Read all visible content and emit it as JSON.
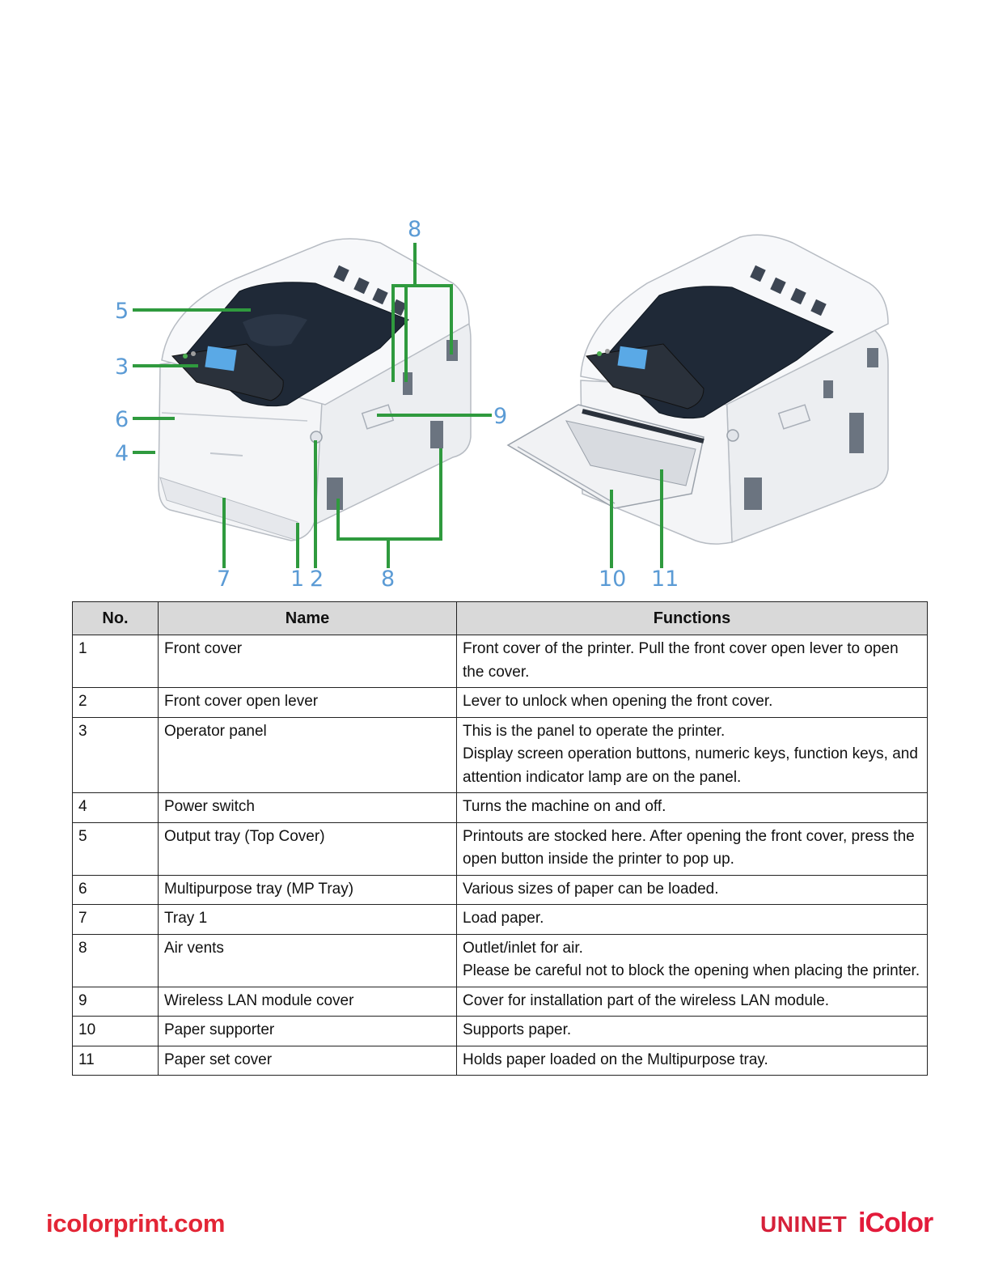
{
  "figure": {
    "callouts": {
      "c5": "5",
      "c3": "3",
      "c6": "6",
      "c4": "4",
      "c8_top": "8",
      "c9": "9",
      "c7": "7",
      "c1": "1",
      "c2": "2",
      "c8_bottom": "8",
      "c10": "10",
      "c11": "11"
    }
  },
  "table": {
    "headers": {
      "no": "No.",
      "name": "Name",
      "functions": "Functions"
    },
    "rows": [
      {
        "no": "1",
        "name": "Front cover",
        "fn": "Front cover of the printer. Pull the front cover open lever to open the cover."
      },
      {
        "no": "2",
        "name": "Front cover open lever",
        "fn": "Lever to unlock when opening the front cover."
      },
      {
        "no": "3",
        "name": "Operator panel",
        "fn": "This is the panel to operate the printer.\nDisplay screen operation buttons, numeric keys, function keys, and attention indicator lamp are on the panel."
      },
      {
        "no": "4",
        "name": "Power switch",
        "fn": "Turns the machine on and off."
      },
      {
        "no": "5",
        "name": "Output tray (Top Cover)",
        "fn": "Printouts are stocked here. After opening the front cover, press the open button inside the printer to pop up."
      },
      {
        "no": "6",
        "name": "Multipurpose tray (MP Tray)",
        "fn": "Various sizes of paper can be loaded."
      },
      {
        "no": "7",
        "name": "Tray 1",
        "fn": "Load paper."
      },
      {
        "no": "8",
        "name": "Air vents",
        "fn": "Outlet/inlet for air.\nPlease be careful not to block the opening when placing the printer."
      },
      {
        "no": "9",
        "name": "Wireless LAN module cover",
        "fn": "Cover for installation part of the wireless LAN module."
      },
      {
        "no": "10",
        "name": "Paper supporter",
        "fn": "Supports paper."
      },
      {
        "no": "11",
        "name": "Paper set cover",
        "fn": "Holds paper loaded on the Multipurpose tray."
      }
    ]
  },
  "footer": {
    "website": "icolorprint.com",
    "brand_uninet": "UNINET",
    "brand_icolor": "iColor"
  },
  "colors": {
    "callout": "#5b9bd5",
    "leader": "#2f9a3e",
    "header_bg": "#d9d9d9",
    "brand_red": "#e32636"
  }
}
